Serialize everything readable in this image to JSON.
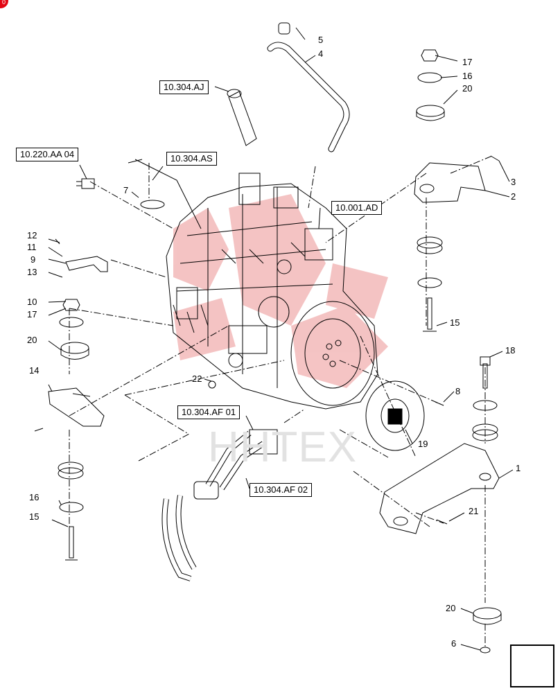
{
  "corner_badge": "0",
  "watermark": "HHTEX",
  "reference_boxes": [
    {
      "id": "ref-10-304-aj",
      "label": "10.304.AJ"
    },
    {
      "id": "ref-10-220-aa-04",
      "label": "10.220.AA 04"
    },
    {
      "id": "ref-10-304-as",
      "label": "10.304.AS"
    },
    {
      "id": "ref-10-001-ad",
      "label": "10.001.AD"
    },
    {
      "id": "ref-10-304-af-01",
      "label": "10.304.AF 01"
    },
    {
      "id": "ref-10-304-af-02",
      "label": "10.304.AF 02"
    }
  ],
  "part_numbers": [
    "5",
    "4",
    "17",
    "16",
    "20",
    "3",
    "2",
    "7",
    "12",
    "11",
    "9",
    "13",
    "10",
    "17",
    "20",
    "15",
    "18",
    "8",
    "22",
    "14",
    "19",
    "1",
    "21",
    "16",
    "15",
    "20",
    "6"
  ],
  "colors": {
    "line": "#000000",
    "watermark_logo": "#f2b5b5",
    "badge": "#e30613"
  },
  "icons": [
    "engine-assembly-icon",
    "flywheel-icon",
    "bracket-icon",
    "bolt-icon",
    "nut-icon",
    "washer-icon",
    "isolator-icon",
    "hose-icon",
    "sensor-icon",
    "next-page-arrow-icon"
  ]
}
